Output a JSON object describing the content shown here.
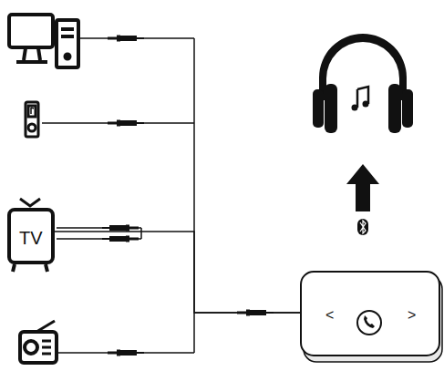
{
  "diagram": {
    "nodes": [
      {
        "text": [
          "TV"
        ]
      },
      {
        "text": [
          "<",
          ">"
        ]
      }
    ],
    "edges": [
      {
        "from": 0,
        "to": 1,
        "arrow": "none"
      }
    ]
  }
}
